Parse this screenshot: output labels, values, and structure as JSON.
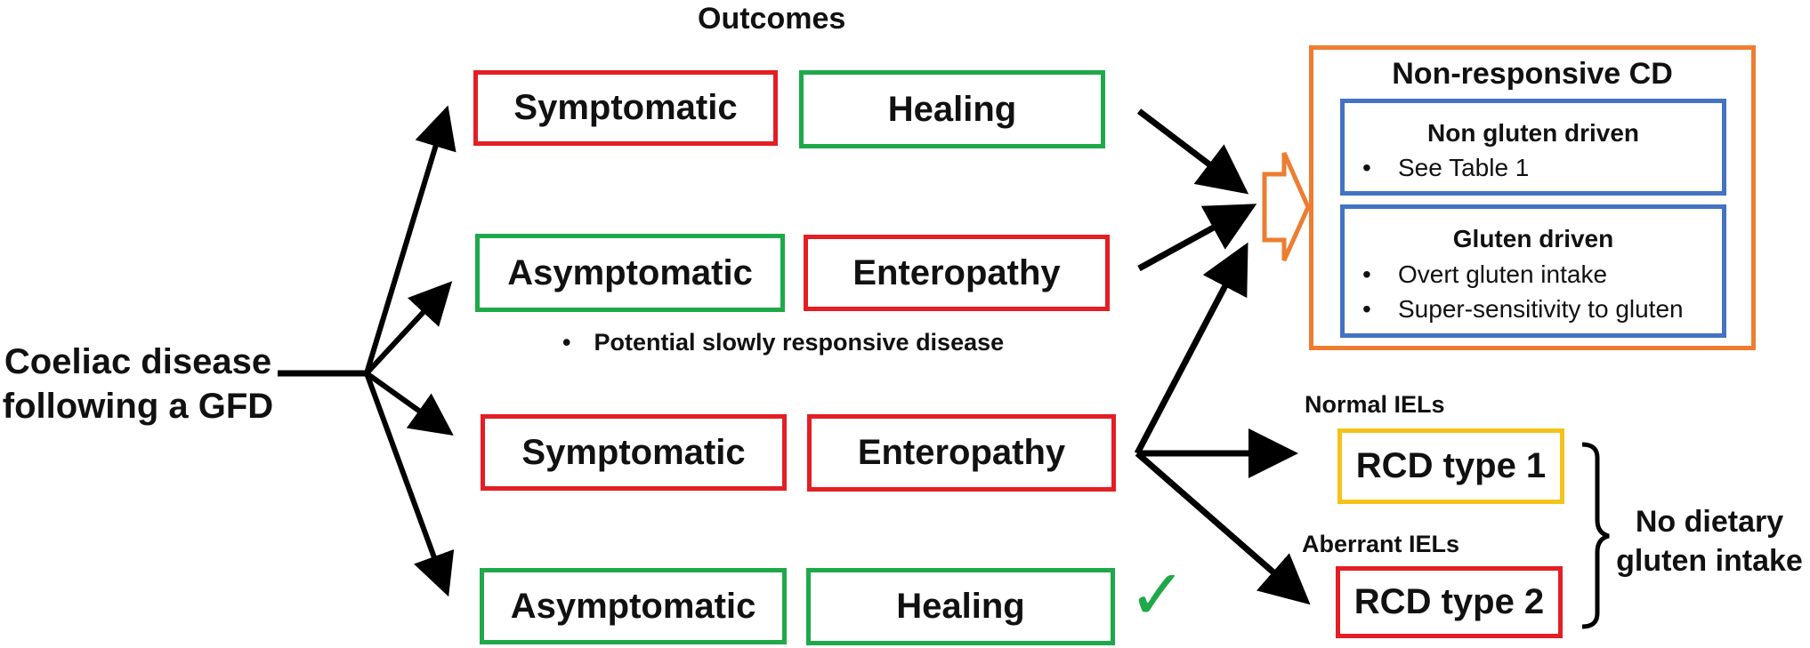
{
  "header": {
    "title": "Outcomes"
  },
  "start": {
    "line1": "Coeliac disease",
    "line2": "following a GFD"
  },
  "rows": [
    {
      "left": "Symptomatic",
      "left_color": "red",
      "right": "Healing",
      "right_color": "green"
    },
    {
      "left": "Asymptomatic",
      "left_color": "green",
      "right": "Enteropathy",
      "right_color": "red",
      "note": "Potential slowly responsive disease"
    },
    {
      "left": "Symptomatic",
      "left_color": "red",
      "right": "Enteropathy",
      "right_color": "red"
    },
    {
      "left": "Asymptomatic",
      "left_color": "green",
      "right": "Healing",
      "right_color": "green"
    }
  ],
  "checkmark": "✓",
  "bullet_glyph": "•",
  "nrcd": {
    "title": "Non-responsive CD",
    "non_gluten": {
      "title": "Non gluten driven",
      "items": [
        "See Table 1"
      ]
    },
    "gluten": {
      "title": "Gluten driven",
      "items": [
        "Overt gluten intake",
        "Super-sensitivity to gluten"
      ]
    }
  },
  "rcd": {
    "type1": {
      "caption": "Normal IELs",
      "label": "RCD type 1"
    },
    "type2": {
      "caption": "Aberrant IELs",
      "label": "RCD type 2"
    },
    "note_line1": "No dietary",
    "note_line2": "gluten intake"
  },
  "colors": {
    "red": "#e31e24",
    "green": "#1fa84a",
    "yellow": "#f5c21b",
    "blue": "#4472c4",
    "orange": "#ed7d31",
    "check": "#1fa84a"
  }
}
